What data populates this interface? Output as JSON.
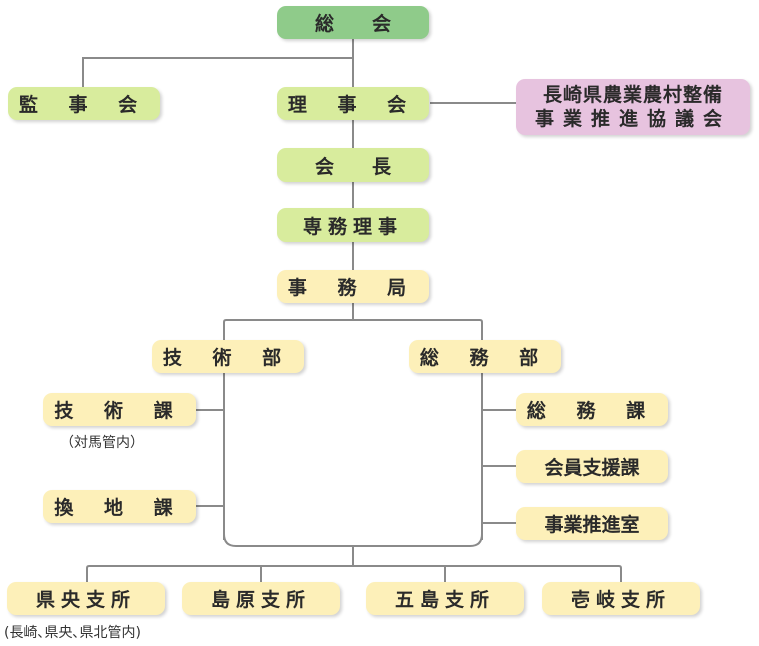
{
  "nodes": {
    "soukai": "総　　会",
    "kanjikai": "監 事 会",
    "rijikai": "理 事 会",
    "kyougikai_line1": "長崎県農業農村整備",
    "kyougikai_line2": "事業推進協議会",
    "kaichou": "会　　長",
    "senmu": "専務理事",
    "jimukyoku": "事 務 局",
    "gijutsubu": "技 術 部",
    "soumubu": "総 務 部",
    "gijutsuka": "技 術 課",
    "kanchika": "換 地 課",
    "soumuka": "総 務 課",
    "kaiin": "会員支援課",
    "jigyou": "事業推進室",
    "kenou": "県央支所",
    "shimabara": "島原支所",
    "gotou": "五島支所",
    "iki": "壱岐支所"
  },
  "notes": {
    "tsushima": "（対馬管内）",
    "kenou_area": "(長崎､県央､県北管内)"
  },
  "colors": {
    "top": "#8fcb8a",
    "executive": "#d8ec9d",
    "office": "#fdf0b9",
    "council": "#e7c3df",
    "line": "#8a8a8a"
  }
}
